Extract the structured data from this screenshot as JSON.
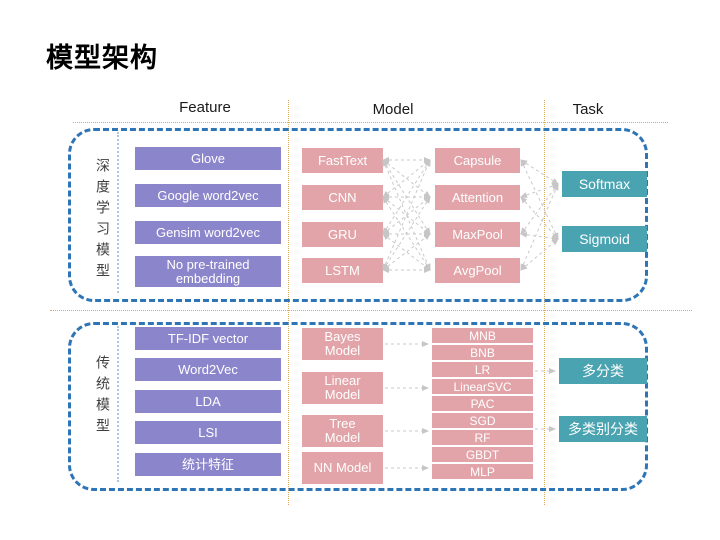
{
  "title": "模型架构",
  "columns": {
    "feature": "Feature",
    "model": "Model",
    "task": "Task"
  },
  "deep_section": {
    "label": "深度学习模型",
    "features": [
      "Glove",
      "Google word2vec",
      "Gensim word2vec",
      "No pre-trained embedding"
    ],
    "models_stage1": [
      "FastText",
      "CNN",
      "GRU",
      "LSTM"
    ],
    "models_stage2": [
      "Capsule",
      "Attention",
      "MaxPool",
      "AvgPool"
    ],
    "tasks": [
      "Softmax",
      "Sigmoid"
    ]
  },
  "traditional_section": {
    "label": "传统模型",
    "features": [
      "TF-IDF vector",
      "Word2Vec",
      "LDA",
      "LSI",
      "统计特征"
    ],
    "model_groups": [
      "Bayes Model",
      "Linear Model",
      "Tree Model",
      "NN Model"
    ],
    "algorithms": [
      "MNB",
      "BNB",
      "LR",
      "LinearSVC",
      "PAC",
      "SGD",
      "RF",
      "GBDT",
      "MLP"
    ],
    "tasks": [
      "多分类",
      "多类别分类"
    ]
  },
  "colors": {
    "purple_box": "#8B85CB",
    "pink_box": "#E2A4A9",
    "teal_box": "#4AA3B0",
    "blue_dash_border": "#2E75B6",
    "orange_dotted_line": "#D9A85C",
    "lightblue_dotted_line": "#A9C7E8",
    "arrow_gray": "#C6C6C6"
  }
}
